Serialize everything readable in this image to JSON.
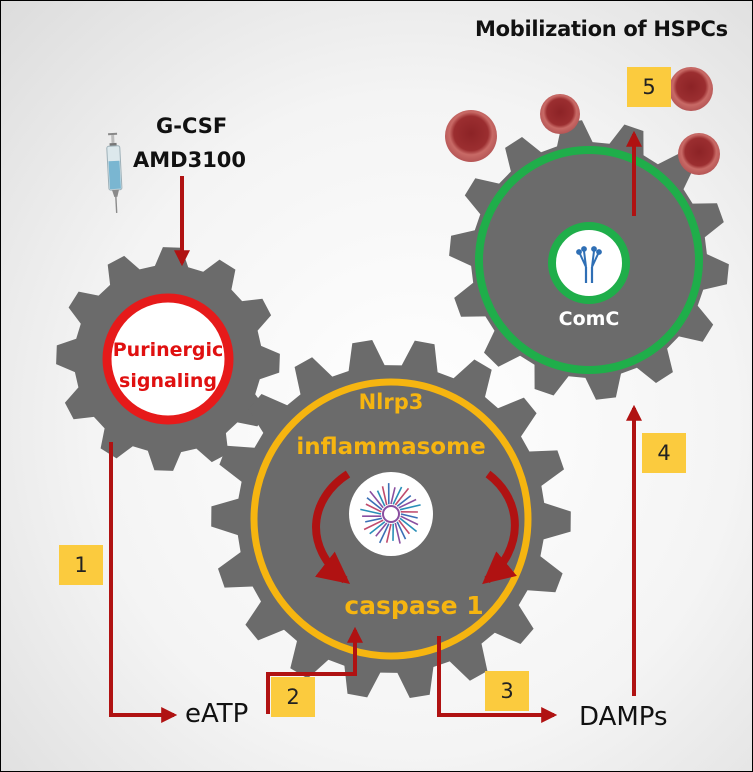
{
  "title": "Mobilization of HSPCs",
  "drugs": [
    "G-CSF",
    "AMD3100"
  ],
  "gears": {
    "purinergic": [
      "Purinergic",
      "signaling"
    ],
    "nlrp3": [
      "Nlrp3",
      "inflammasome"
    ],
    "caspase": "caspase 1",
    "comc": "ComC"
  },
  "products": {
    "eatp": "eATP",
    "damps": "DAMPs"
  },
  "steps": [
    "1",
    "2",
    "3",
    "4",
    "5"
  ],
  "colors": {
    "gear": "#6b6b6b",
    "arrow": "#b01212",
    "purinergic_ring": "#e61a1a",
    "inflammasome_ring": "#f6b510",
    "comc_ring": "#1fae4a",
    "step_box": "#fbcb3e",
    "cell": "#a23a3a"
  }
}
